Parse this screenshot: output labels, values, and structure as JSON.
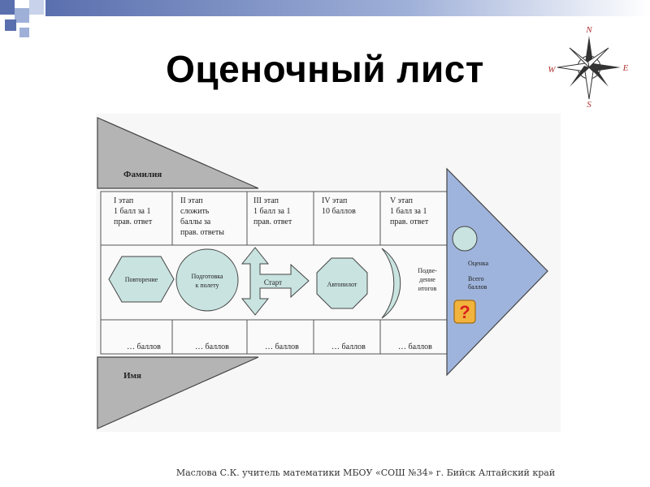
{
  "title": "Оценочный лист",
  "footer": "Маслова С.К. учитель математики МБОУ «СОШ №34» г. Бийск Алтайский край",
  "compass": {
    "n": "N",
    "s": "S",
    "e": "E",
    "w": "W"
  },
  "diagram": {
    "surname_label": "Фамилия",
    "name_label": "Имя",
    "stages": [
      {
        "line1": "I этап",
        "line2": "1 балл за 1",
        "line3": "прав. ответ",
        "line4": ""
      },
      {
        "line1": "II этап",
        "line2": "сложить",
        "line3": "баллы за",
        "line4": "прав. ответы"
      },
      {
        "line1": "III этап",
        "line2": "1 балл за 1",
        "line3": "прав. ответ",
        "line4": ""
      },
      {
        "line1": "IV этап",
        "line2": "10 баллов",
        "line3": "",
        "line4": ""
      },
      {
        "line1": "V этап",
        "line2": "1 балл за 1",
        "line3": "прав. ответ",
        "line4": ""
      }
    ],
    "shapes": {
      "repeat": "Повторение",
      "prep1": "Подготовка",
      "prep2": "к полету",
      "start": "Старт",
      "autopilot": "Автопилот",
      "summary1": "Подве-",
      "summary2": "дение",
      "summary3": "итогов"
    },
    "points_label": "… баллов",
    "grade_label": "Оценка",
    "total1": "Всего",
    "total2": "баллов",
    "question": "?"
  },
  "colors": {
    "bar": "#5a6fae",
    "arrow_blue": "#9fb4dc",
    "teal": "#c8e3e0",
    "gray": "#b4b4b4",
    "question": "#f2b33d"
  }
}
